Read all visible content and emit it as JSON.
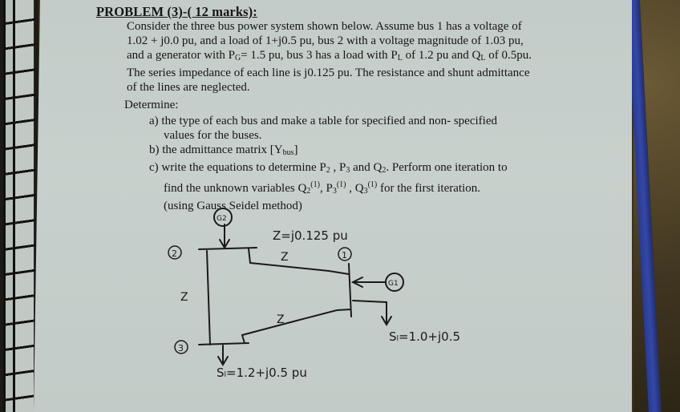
{
  "problem": {
    "title": "PROBLEM (3)-( 12 marks):",
    "intro_lines": [
      "Consider the three bus power system shown below. Assume bus 1 has a voltage of",
      "1.02 + j0.0 pu, and a load of 1+j0.5 pu, bus 2 with a voltage magnitude  of 1.03 pu,",
      "and a generator with P",
      "The series impedance of each line is j0.125 pu. The resistance and shunt admittance",
      "of the lines are neglected."
    ],
    "line3": {
      "pre": "and a generator with P",
      "sub_g": "G",
      "mid": "= 1.5 pu, bus 3 has a load with P",
      "sub_l1": "L",
      "mid2": " of  1.2 pu and Q",
      "sub_l2": "L",
      "post": " of  0.5pu."
    },
    "determine_label": "Determine:",
    "parts": {
      "a": {
        "line1": "a) the type  of  each bus and make a table for specified and non- specified",
        "line2": "values for the buses."
      },
      "b": {
        "pre": "b) the admittance matrix [Y",
        "sub": "bus",
        "post": "]"
      },
      "c": {
        "l1_pre": "c) write the equations to determine P",
        "l1_s1": "2",
        "l1_m1": " , P",
        "l1_s2": "3",
        "l1_m2": " and Q",
        "l1_s3": "2",
        "l1_post": ". Perform one iteration to",
        "l2_pre": "find the unknown variables Q",
        "l2_s1": "2",
        "l2_sup1": "(1)",
        "l2_m1": ", P",
        "l2_s2": "3",
        "l2_sup2": "(1)",
        "l2_m2": " , Q",
        "l2_s3": "3",
        "l2_sup3": "(1)",
        "l2_post": "  for the first iteration.",
        "line3": "(using Gauss Seidel method)"
      }
    }
  },
  "diagram": {
    "impedance_label": "Z=j0.125 pu",
    "line_label": "Z",
    "bus_labels": [
      "1",
      "2",
      "3"
    ],
    "generator_labels": [
      "G1",
      "G2"
    ],
    "load_bus1": "Sₗ=1.0+j0.5",
    "load_bus3": "Sₗ=1.2+j0.5 pu"
  },
  "colors": {
    "paper": "#c6cecb",
    "ink": "#161616",
    "binder_edge": "#3447a8",
    "background": "#3a3320"
  }
}
